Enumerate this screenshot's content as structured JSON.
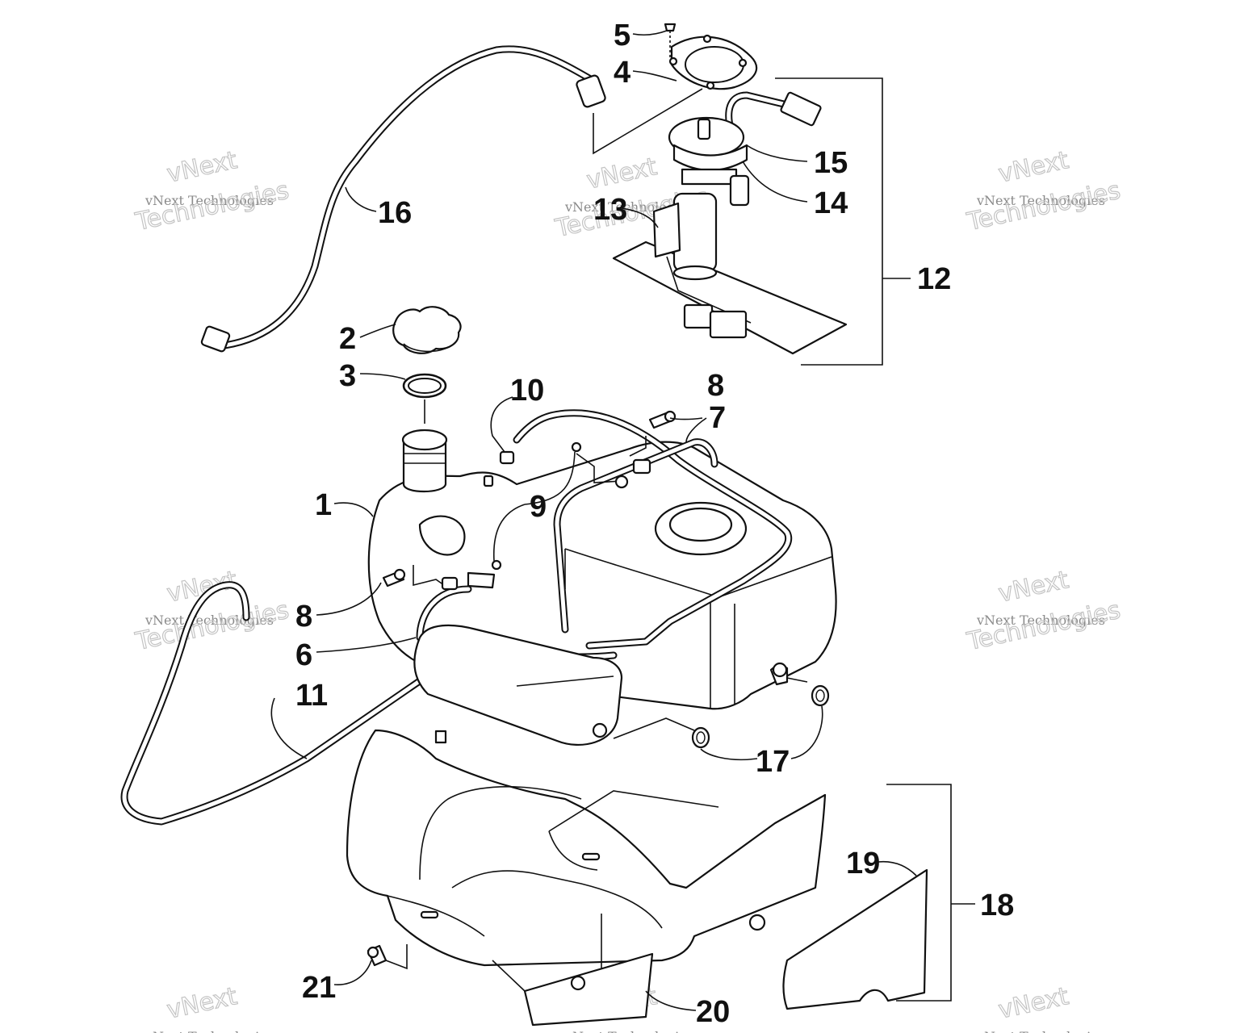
{
  "callouts": [
    "1",
    "2",
    "3",
    "4",
    "5",
    "6",
    "7",
    "8",
    "8",
    "9",
    "10",
    "11",
    "12",
    "13",
    "14",
    "15",
    "16",
    "17",
    "18",
    "19",
    "20",
    "21"
  ],
  "watermark": {
    "line1": "vNext Technologies",
    "line2": "vNext",
    "line3": "Technologies"
  }
}
